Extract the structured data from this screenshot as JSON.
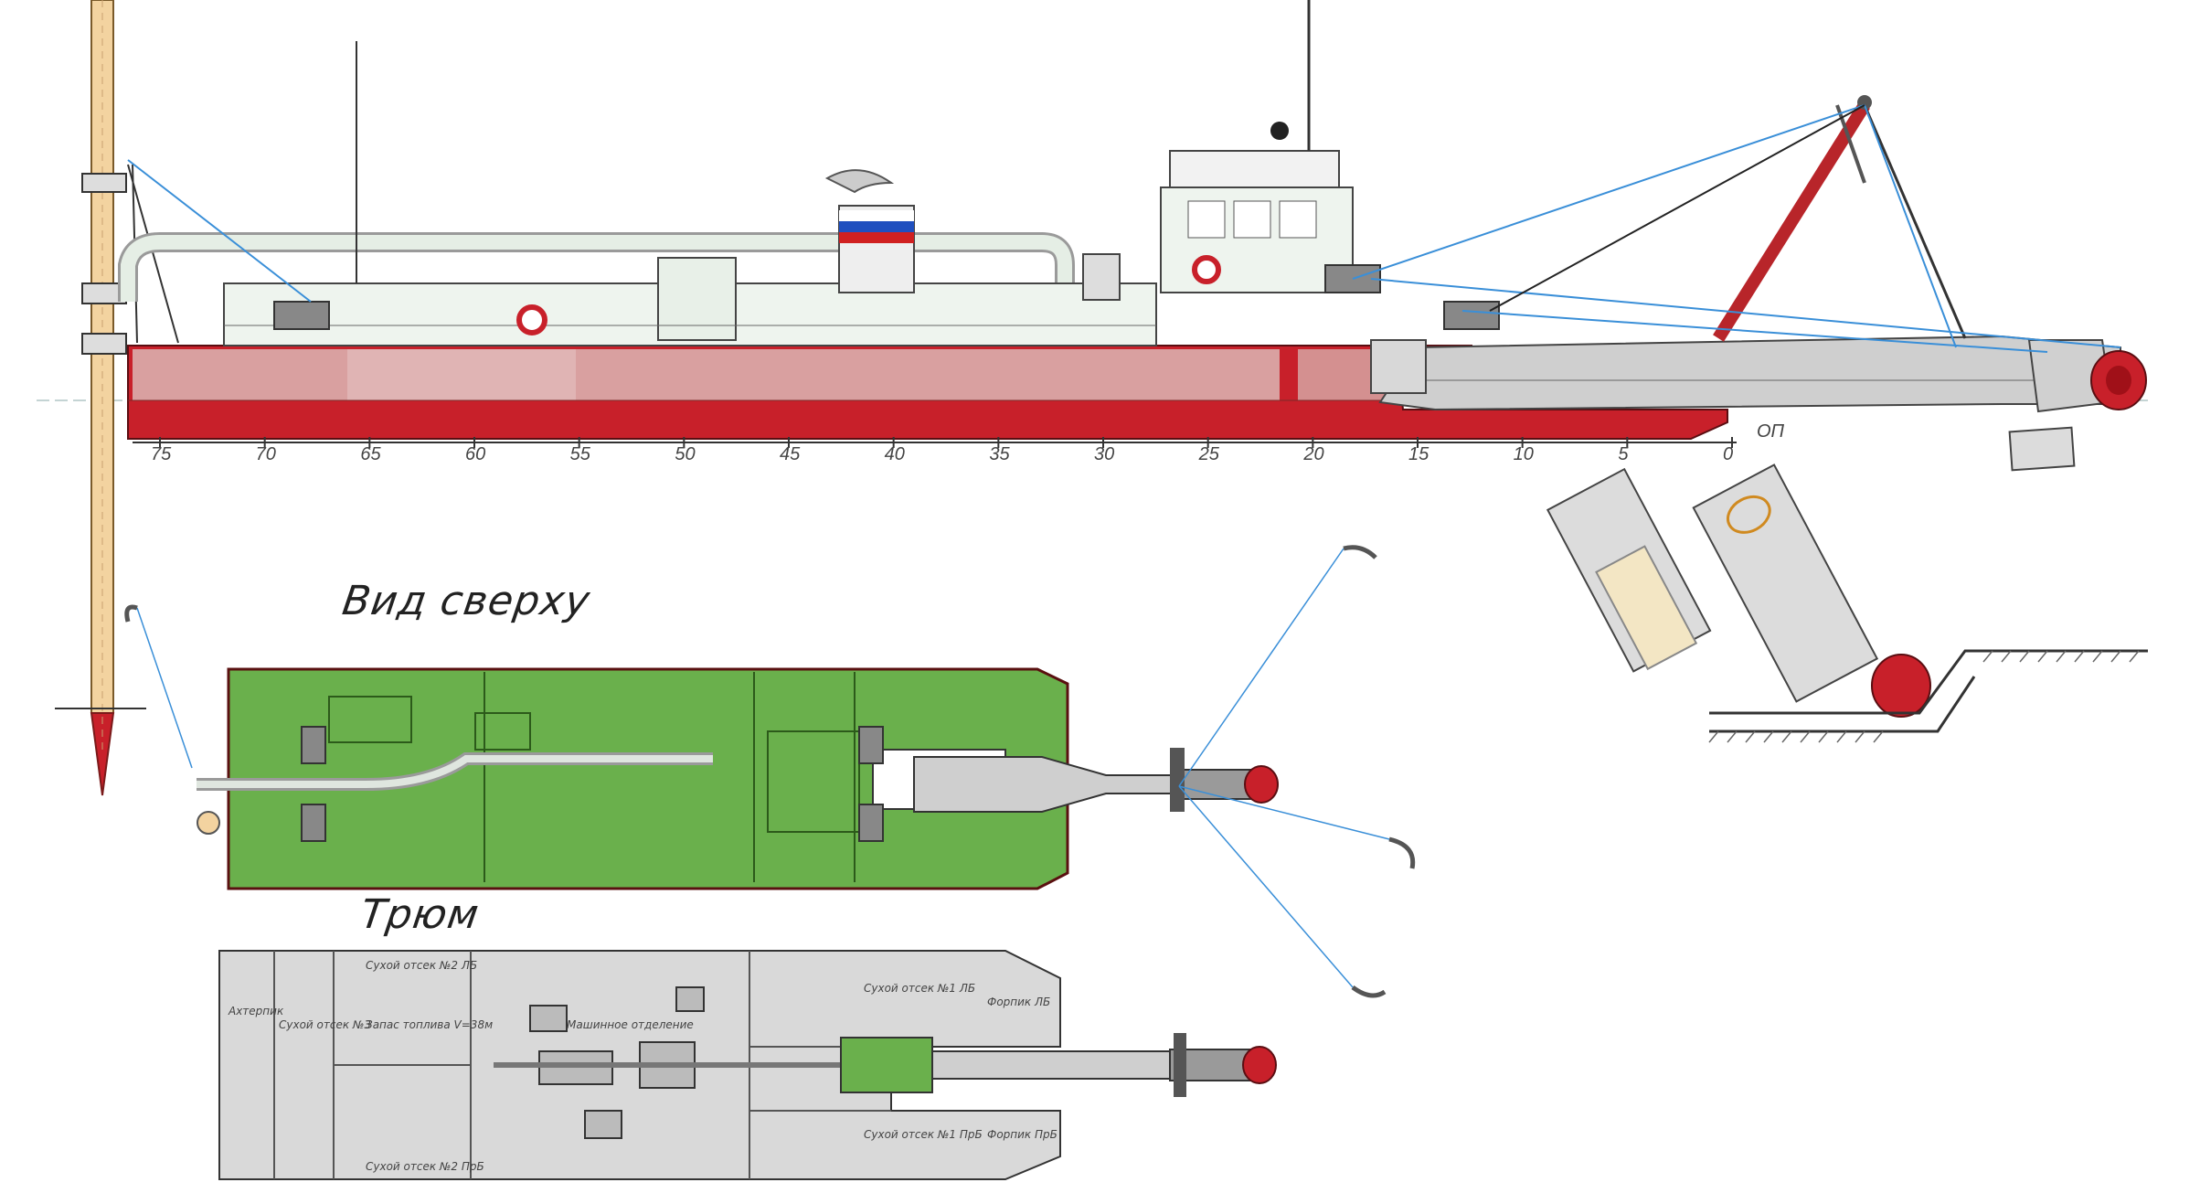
{
  "views": {
    "top_view_title": "Вид сверху",
    "hold_title": "Трюм"
  },
  "frame_scale": {
    "labels": [
      "75",
      "70",
      "65",
      "60",
      "55",
      "50",
      "45",
      "40",
      "35",
      "30",
      "25",
      "20",
      "15",
      "10",
      "5",
      "0"
    ],
    "baseline_label": "ОП"
  },
  "hold_labels": {
    "dry_2_lb": "Сухой отсек №2 ЛБ",
    "dry_2_rb": "Сухой отсек №2 ПрБ",
    "dry_1_lb": "Сухой отсек №1 ЛБ",
    "dry_1_rb": "Сухой отсек №1 ПрБ",
    "dry_3": "Сухой отсек №3",
    "fuel": "Запас топлива V=38м",
    "engine_room": "Машинное отделение",
    "forepeak_lb": "Форпик ЛБ",
    "forepeak_rb": "Форпик ПрБ",
    "aft": "Ахтерпик"
  },
  "colors": {
    "hull_red": "#c8202a",
    "hull_pink": "#d9a0a0",
    "deck_green": "#6ab04c",
    "hold_gray": "#d9d9d9",
    "rigging_blue": "#3a8fd8",
    "boom_red": "#b8252a",
    "spud_tan": "#f3d3a0"
  }
}
